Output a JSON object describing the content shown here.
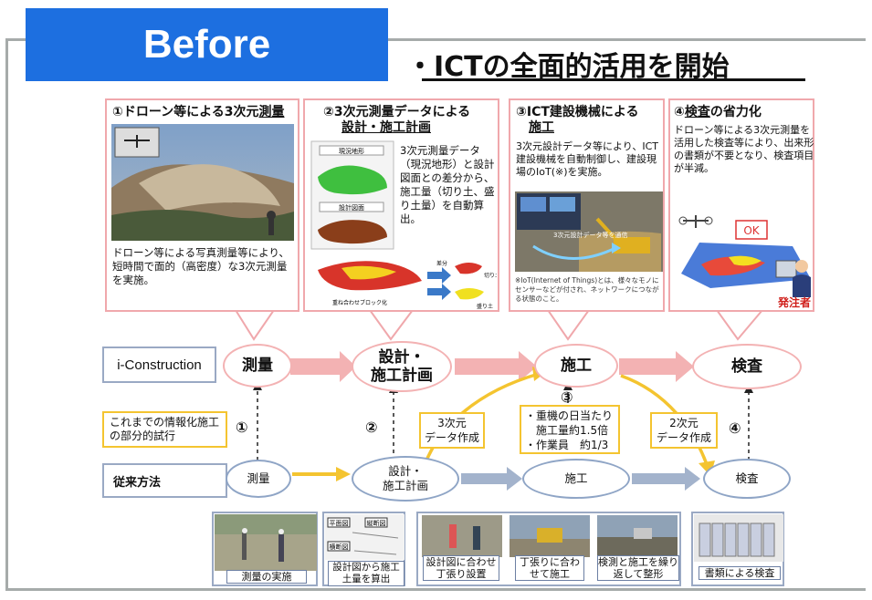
{
  "header": {
    "before": "Before",
    "title": "・ICTの全面的活用を開始"
  },
  "panels": {
    "p1": {
      "title_a": "①ドローン等による3次元",
      "title_b": "測量",
      "text": "ドローン等による写真測量等により、短時間で面的（高密度）な3次元測量を実施。"
    },
    "p2": {
      "title_a": "②3次元測量データによる",
      "title_b": "設計・施工計画",
      "text": "3次元測量データ（現況地形）と設計図面との差分から、施工量（切り土、盛り土量）を自動算出。",
      "img_label1": "現況地形",
      "img_label2": "設計図面",
      "img_label3": "重ね合わせブロック化",
      "img_label4": "差分",
      "img_label5": "切り土",
      "img_label6": "盛り土"
    },
    "p3": {
      "title_a": "③ICT建設機械による",
      "title_b": "施工",
      "text": "3次元設計データ等により、ICT建設機械を自動制御し、建設現場のIoT(※)を実施。",
      "img_label": "3次元設計データ等を通信",
      "note": "※IoT(Internet of Things)とは、様々なモノにセンサーなどが付され、ネットワークにつながる状態のこと。"
    },
    "p4": {
      "title_a": "④",
      "title_b": "検査",
      "title_c": "の省力化",
      "text": "ドローン等による3次元測量を活用した検査等により、出来形の書類が不要となり、検査項目が半減。",
      "ok": "OK",
      "client": "発注者"
    }
  },
  "flow": {
    "i_construction": "i-Construction",
    "ict": [
      "測量",
      "設計・",
      "施工計画",
      "施工",
      "検査"
    ],
    "partial_label": "これまでの情報化施工の部分的試行",
    "conventional_label": "従来方法",
    "conv": [
      "測量",
      "設計・",
      "施工計画",
      "施工",
      "検査"
    ],
    "nums": [
      "①",
      "②",
      "③",
      "④"
    ],
    "box_3d": [
      "3次元",
      "データ作成"
    ],
    "box_2d": [
      "2次元",
      "データ作成"
    ],
    "effects": [
      "・重機の日当たり",
      "　施工量約1.5倍",
      "・作業員　約1/3"
    ]
  },
  "photos": {
    "p1": "測量の実施",
    "p2": "設計図から施工土量を算出",
    "p3a": "設計図に合わせ丁張り設置",
    "p3b": "丁張りに合わせて施工",
    "p3c": "検測と施工を繰り返して整形",
    "p4": "書類による検査",
    "drawing_labels": [
      "平面図",
      "縦断図",
      "横断図"
    ]
  },
  "colors": {
    "before_bg": "#1d6fe0",
    "pink": "#f3b2b3",
    "yellow": "#f4c430",
    "blue_gray": "#8fa5c6",
    "frame": "#a6abaa",
    "client_red": "#d0201c"
  }
}
